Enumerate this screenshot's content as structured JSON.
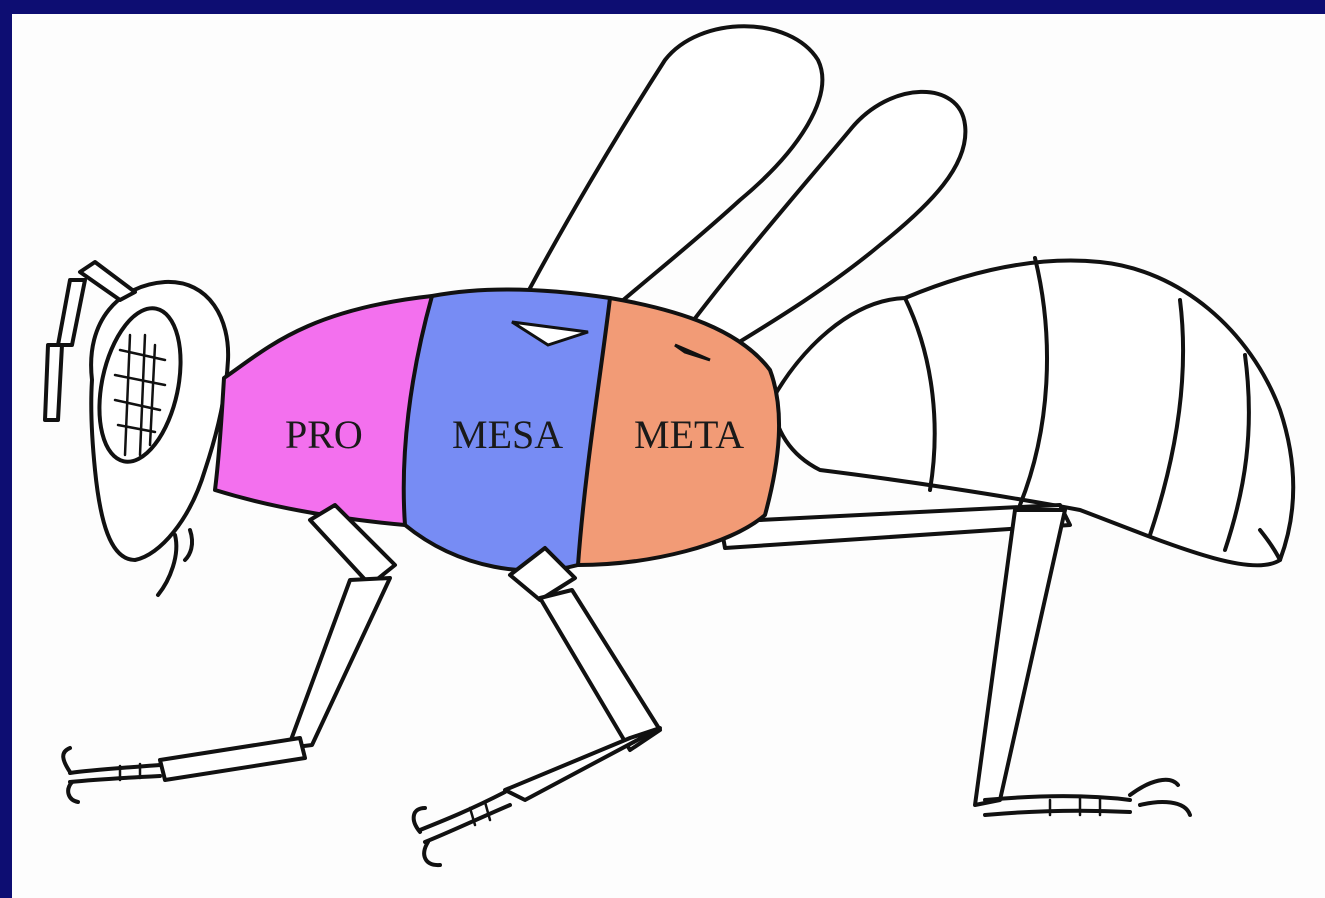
{
  "labels": {
    "prothorax": "PRO",
    "mesothorax": "MESA",
    "metathorax": "META"
  },
  "colors": {
    "background": "#0d0d72",
    "prothorax_fill": "#f370ee",
    "mesothorax_fill": "#778cf4",
    "metathorax_fill": "#f29b76",
    "outline": "#111111"
  }
}
